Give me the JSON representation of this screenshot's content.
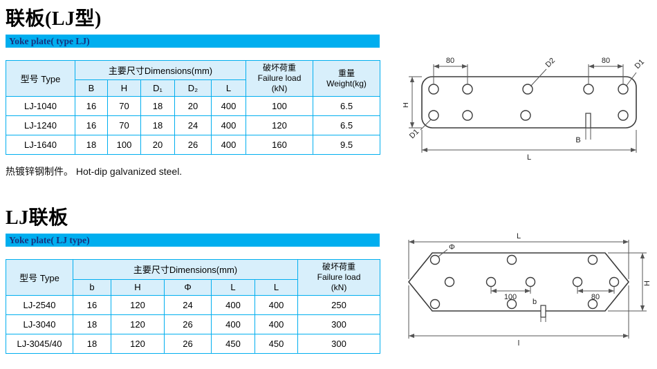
{
  "section1": {
    "title": "联板(LJ型)",
    "banner": "Yoke plate( type LJ)",
    "note": "热镀锌钢制件。 Hot-dip galvanized steel.",
    "table": {
      "type_header": "型号 Type",
      "dims_header": "主要尺寸Dimensions(mm)",
      "dim_cols": [
        "B",
        "H",
        "D₁",
        "D₂",
        "L"
      ],
      "failure_header": {
        "zh": "破坏荷重",
        "en": "Failure load",
        "unit": "(kN)"
      },
      "weight_header": {
        "zh": "重量",
        "en": "Weight(kg)"
      },
      "rows": [
        [
          "LJ-1040",
          "16",
          "70",
          "18",
          "20",
          "400",
          "100",
          "6.5"
        ],
        [
          "LJ-1240",
          "16",
          "70",
          "18",
          "24",
          "400",
          "120",
          "6.5"
        ],
        [
          "LJ-1640",
          "18",
          "100",
          "20",
          "26",
          "400",
          "160",
          "9.5"
        ]
      ]
    }
  },
  "section2": {
    "title": "LJ联板",
    "banner": "Yoke plate( LJ type)",
    "table": {
      "type_header": "型号 Type",
      "dims_header": "主要尺寸Dimensions(mm)",
      "dim_cols": [
        "b",
        "H",
        "Φ",
        "L",
        "L"
      ],
      "failure_header": {
        "zh": "破坏荷重",
        "en": "Failure load",
        "unit": "(kN)"
      },
      "rows": [
        [
          "LJ-2540",
          "16",
          "120",
          "24",
          "400",
          "400",
          "250"
        ],
        [
          "LJ-3040",
          "18",
          "120",
          "26",
          "400",
          "400",
          "300"
        ],
        [
          "LJ-3045/40",
          "18",
          "120",
          "26",
          "450",
          "450",
          "300"
        ]
      ]
    }
  },
  "diagram1": {
    "labels": {
      "dim80_left": "80",
      "d2": "D2",
      "dim80_right": "80",
      "d1_top": "D1",
      "h": "H",
      "d1_bottom": "D1",
      "b": "B",
      "l": "L"
    }
  },
  "diagram2": {
    "labels": {
      "l_top": "L",
      "phi": "Φ",
      "dim100": "100",
      "dim80": "80",
      "b": "b",
      "h": "H",
      "l_bottom": "l"
    }
  }
}
